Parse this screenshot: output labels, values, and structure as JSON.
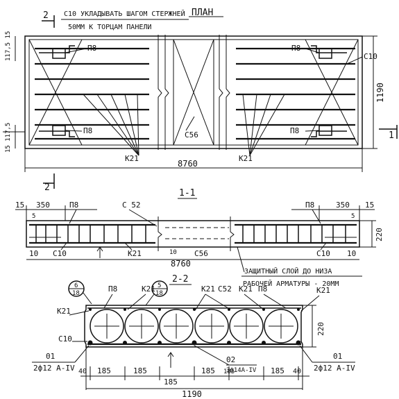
{
  "plan": {
    "section_marker_number": "2",
    "note_line1": "С10 УКЛАДЫВАТЬ ШАГОМ СТЕРЖНЕЙ",
    "note_line2": "50ММ К ТОРЦАМ ПАНЕЛИ",
    "title": "ПЛАН",
    "dim_top_left": "117,5 15",
    "dim_bottom_left": "15 117,5",
    "label_p8_top_left": "П8",
    "label_p8_bottom_left": "П8",
    "label_p8_top_right": "П8",
    "label_p8_bottom_right": "П8",
    "label_c10_right": "С10",
    "label_c56": "С56",
    "label_k21_left": "К21",
    "label_k21_right": "К21",
    "dim_width": "1190",
    "dim_length": "8760",
    "section_mark_right": "1",
    "section_mark_bottom": "2"
  },
  "section11": {
    "title": "1-1",
    "dim_15_left": "15",
    "dim_350_left": "350",
    "label_p8_left": "П8",
    "label_c52": "С 52",
    "label_p8_right": "П8",
    "dim_350_right": "350",
    "dim_15_right": "15",
    "dim_5_left": "5",
    "dim_5_right": "5",
    "dim_height": "220",
    "dim_10_left": "10",
    "label_c10_left": "С10",
    "label_k21": "К21",
    "label_c56": "С56",
    "dim_10_mid": "10",
    "label_c10_right": "С10",
    "dim_10_right": "10",
    "dim_length": "8760",
    "note_line1": "ЗАЩИТНЫЙ СЛОЙ ДО НИЗА",
    "note_line2": "РАБОЧЕЙ АРМАТУРЫ - 20ММ"
  },
  "section22": {
    "title": "2-2",
    "callout_left_top": "6",
    "callout_left_bottom": "18",
    "callout_mid_top": "5",
    "callout_mid_bottom": "18",
    "label_p8_left": "П8",
    "label_k21_a": "К21",
    "label_k21_b": "К21",
    "label_c52": "С52",
    "label_k21_c": "К21",
    "label_p8_right": "П8",
    "label_k21_left": "К21",
    "label_k21_right": "К21",
    "label_c10": "С10",
    "dim_height": "220",
    "label_o1_left": "01",
    "rebar_left": "2ф12 А-IV",
    "label_o2": "02",
    "rebar_mid": "3ф14А-IV",
    "label_o1_right": "01",
    "rebar_right": "2ф12 А-IV",
    "dims": [
      "40",
      "185",
      "185",
      "185",
      "185",
      "185",
      "185",
      "40"
    ],
    "dim_total": "1190"
  }
}
